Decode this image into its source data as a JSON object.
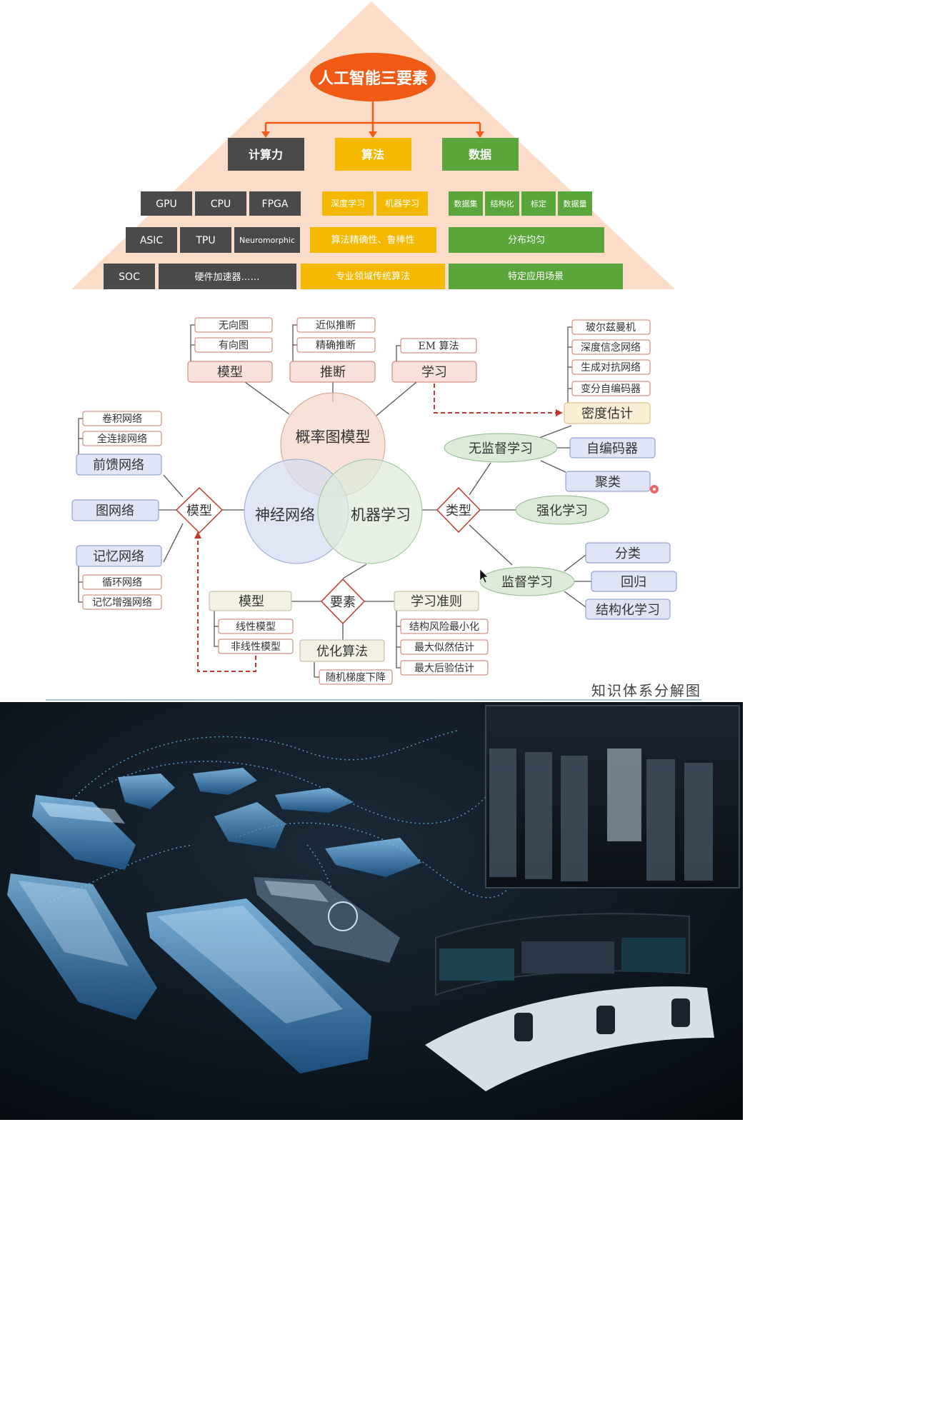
{
  "pyramid": {
    "title": "人工智能三要素",
    "columns": [
      {
        "label": "计算力",
        "color": "#4a4a4a",
        "rows": [
          [
            "GPU",
            "CPU",
            "FPGA"
          ],
          [
            "ASIC",
            "TPU",
            "Neuromorphic"
          ],
          [
            "SOC",
            "硬件加速器……"
          ]
        ]
      },
      {
        "label": "算法",
        "color": "#f5b800",
        "rows": [
          [
            "深度学习",
            "机器学习"
          ],
          [
            "算法精确性、鲁棒性"
          ],
          [
            "专业领域传统算法"
          ]
        ]
      },
      {
        "label": "数据",
        "color": "#5aa63a",
        "rows": [
          [
            "数据集",
            "结构化",
            "标定",
            "数据量"
          ],
          [
            "分布均匀"
          ],
          [
            "特定应用场景"
          ]
        ]
      }
    ],
    "colors": {
      "title": "#f05a14",
      "background": "#fbdcc8"
    }
  },
  "mindmap": {
    "center": {
      "top": "概率图模型",
      "left": "神经网络",
      "right": "机器学习"
    },
    "top": {
      "model": {
        "label": "模型",
        "children": [
          "无向图",
          "有向图"
        ]
      },
      "inference": {
        "label": "推断",
        "children": [
          "近似推断",
          "精确推断"
        ]
      },
      "learning": {
        "label": "学习",
        "children": [
          "EM 算法"
        ]
      }
    },
    "left": {
      "hub": "模型",
      "feedforward": {
        "label": "前馈网络",
        "children": [
          "卷积网络",
          "全连接网络"
        ]
      },
      "graph": "图网络",
      "memory": {
        "label": "记忆网络",
        "children": [
          "循环网络",
          "记忆增强网络"
        ]
      }
    },
    "right": {
      "hub": "类型",
      "density": {
        "label": "密度估计",
        "children": [
          "玻尔兹曼机",
          "深度信念网络",
          "生成对抗网络",
          "变分自编码器"
        ]
      },
      "unsupervised": {
        "label": "无监督学习",
        "children": [
          "自编码器",
          "聚类"
        ]
      },
      "reinforcement": "强化学习",
      "supervised": {
        "label": "监督学习",
        "children": [
          "分类",
          "回归",
          "结构化学习"
        ]
      }
    },
    "bottom": {
      "hub": "要素",
      "model": {
        "label": "模型",
        "children": [
          "线性模型",
          "非线性模型"
        ]
      },
      "optimization": {
        "label": "优化算法",
        "children": [
          "随机梯度下降"
        ]
      },
      "criterion": {
        "label": "学习准则",
        "children": [
          "结构风险最小化",
          "最大似然估计",
          "最大后验估计"
        ]
      }
    },
    "caption": "知识体系分解图"
  },
  "scene": {
    "colors": {
      "ocean": "#0b1620",
      "hologram": "#4aa8ff"
    }
  }
}
